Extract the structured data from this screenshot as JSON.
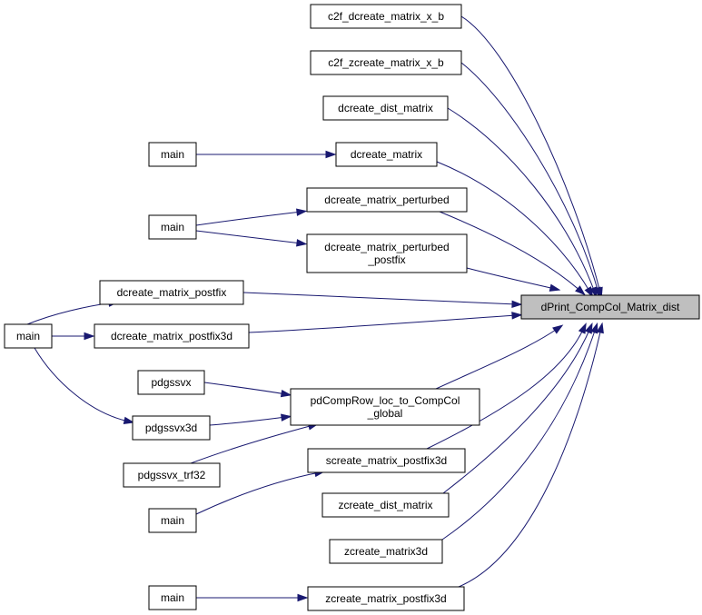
{
  "graph": {
    "target": {
      "id": "target",
      "label": "dPrint_CompCol_Matrix_dist"
    },
    "nodes": [
      {
        "id": "c2f_d",
        "label": "c2f_dcreate_matrix_x_b"
      },
      {
        "id": "c2f_z",
        "label": "c2f_zcreate_matrix_x_b"
      },
      {
        "id": "dcdm",
        "label": "dcreate_dist_matrix"
      },
      {
        "id": "main1",
        "label": "main"
      },
      {
        "id": "dcm",
        "label": "dcreate_matrix"
      },
      {
        "id": "dcmp",
        "label": "dcreate_matrix_perturbed"
      },
      {
        "id": "main2",
        "label": "main"
      },
      {
        "id": "dcmpp",
        "label": "dcreate_matrix_perturbed\n_postfix"
      },
      {
        "id": "dcmpf",
        "label": "dcreate_matrix_postfix"
      },
      {
        "id": "main3",
        "label": "main"
      },
      {
        "id": "dcmpf3",
        "label": "dcreate_matrix_postfix3d"
      },
      {
        "id": "pdgssvx",
        "label": "pdgssvx"
      },
      {
        "id": "pdcr",
        "label": "pdCompRow_loc_to_CompCol\n_global"
      },
      {
        "id": "pdgssvx3d",
        "label": "pdgssvx3d"
      },
      {
        "id": "pdgssvx_trf32",
        "label": "pdgssvx_trf32"
      },
      {
        "id": "scmpf3",
        "label": "screate_matrix_postfix3d"
      },
      {
        "id": "main4",
        "label": "main"
      },
      {
        "id": "zcdm",
        "label": "zcreate_dist_matrix"
      },
      {
        "id": "zcm3",
        "label": "zcreate_matrix3d"
      },
      {
        "id": "main5",
        "label": "main"
      },
      {
        "id": "zcmpf3",
        "label": "zcreate_matrix_postfix3d"
      }
    ],
    "edges": [
      {
        "from": "c2f_d",
        "to": "target"
      },
      {
        "from": "c2f_z",
        "to": "target"
      },
      {
        "from": "dcdm",
        "to": "target"
      },
      {
        "from": "dcm",
        "to": "target"
      },
      {
        "from": "dcmp",
        "to": "target"
      },
      {
        "from": "dcmpp",
        "to": "target"
      },
      {
        "from": "dcmpf",
        "to": "target"
      },
      {
        "from": "dcmpf3",
        "to": "target"
      },
      {
        "from": "pdcr",
        "to": "target"
      },
      {
        "from": "scmpf3",
        "to": "target"
      },
      {
        "from": "zcdm",
        "to": "target"
      },
      {
        "from": "zcm3",
        "to": "target"
      },
      {
        "from": "zcmpf3",
        "to": "target"
      },
      {
        "from": "main1",
        "to": "dcm"
      },
      {
        "from": "main2",
        "to": "dcmp"
      },
      {
        "from": "main2",
        "to": "dcmpp"
      },
      {
        "from": "main3",
        "to": "dcmpf"
      },
      {
        "from": "main3",
        "to": "dcmpf3"
      },
      {
        "from": "main3",
        "to": "pdgssvx3d"
      },
      {
        "from": "pdgssvx",
        "to": "pdcr"
      },
      {
        "from": "pdgssvx3d",
        "to": "pdcr"
      },
      {
        "from": "pdgssvx_trf32",
        "to": "pdcr"
      },
      {
        "from": "main4",
        "to": "scmpf3"
      },
      {
        "from": "main5",
        "to": "zcmpf3"
      }
    ],
    "colors": {
      "edge": "#191970",
      "node_fill": "#ffffff",
      "node_border": "#000000",
      "target_fill": "#bfbfbf"
    }
  }
}
